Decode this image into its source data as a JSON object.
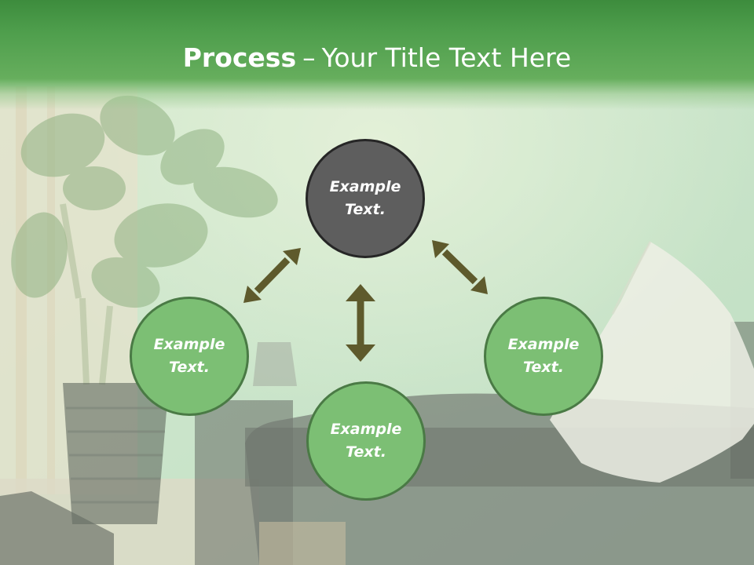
{
  "title": {
    "bold": "Process",
    "dash": "–",
    "rest": "Your Title Text Here"
  },
  "colors": {
    "header_green": "#4e9e4c",
    "node_green": "#7cbf74",
    "node_dark": "#5e5e5e",
    "arrow": "#5e5a2c"
  },
  "nodes": [
    {
      "line1": "Example",
      "line2": "Text."
    },
    {
      "line1": "Example",
      "line2": "Text."
    },
    {
      "line1": "Example",
      "line2": "Text."
    },
    {
      "line1": "Example",
      "line2": "Text."
    }
  ]
}
